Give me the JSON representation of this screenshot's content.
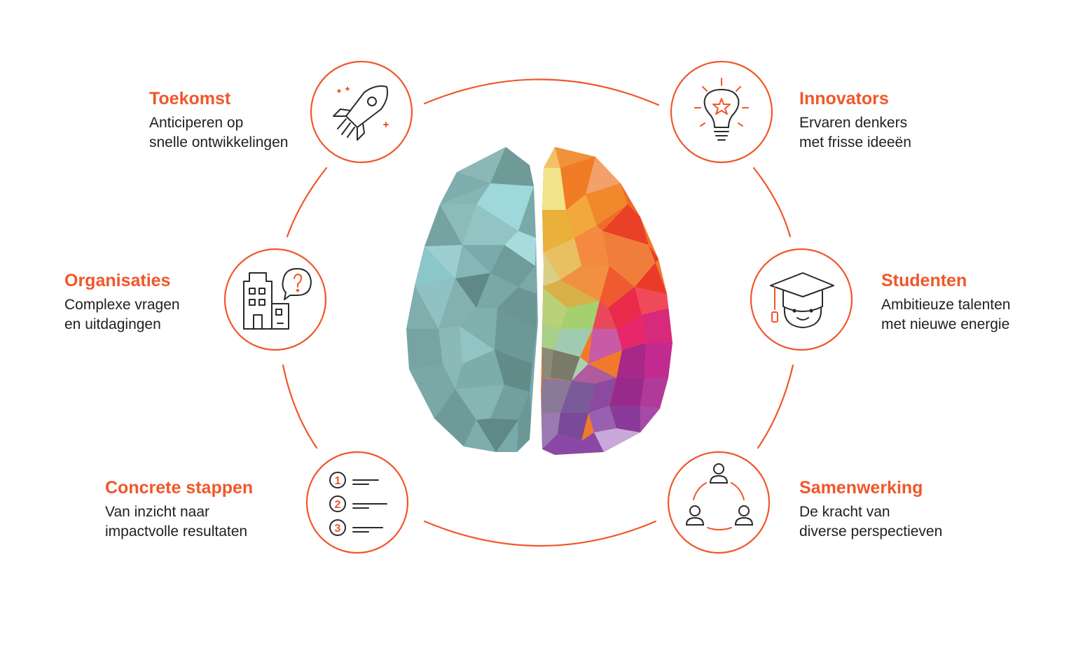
{
  "colors": {
    "accent": "#f0572a",
    "text": "#1f1f1f",
    "brain_left": "#7aa9a9",
    "brain_right_warm": "#f07a2a",
    "brain_right_magenta": "#c72a8a",
    "brain_right_purple": "#8a5aa8"
  },
  "nodes": {
    "toekomst": {
      "title": "Toekomst",
      "line1": "Anticiperen op",
      "line2": "snelle ontwikkelingen",
      "icon": "rocket-icon"
    },
    "innovators": {
      "title": "Innovators",
      "line1": "Ervaren denkers",
      "line2": "met frisse ideeën",
      "icon": "lightbulb-icon"
    },
    "organisaties": {
      "title": "Organisaties",
      "line1": "Complexe vragen",
      "line2": "en uitdagingen",
      "icon": "building-question-icon"
    },
    "studenten": {
      "title": "Studenten",
      "line1": "Ambitieuze talenten",
      "line2": "met nieuwe energie",
      "icon": "graduate-icon"
    },
    "stappen": {
      "title": "Concrete stappen",
      "line1": "Van inzicht naar",
      "line2": "impactvolle resultaten",
      "icon": "numbered-list-icon",
      "numbers": [
        "1",
        "2",
        "3"
      ]
    },
    "samenwerking": {
      "title": "Samenwerking",
      "line1": "De kracht van",
      "line2": "diverse perspectieven",
      "icon": "team-cycle-icon"
    }
  }
}
